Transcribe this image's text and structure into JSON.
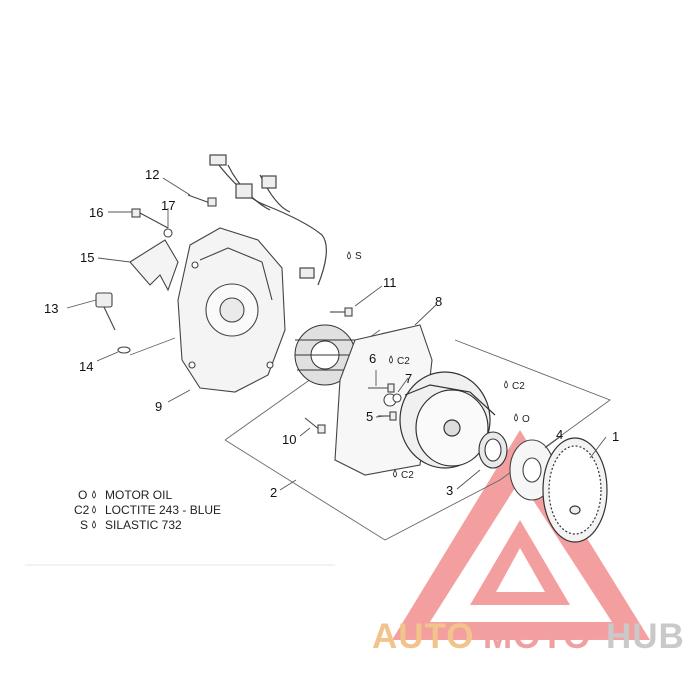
{
  "callouts": [
    {
      "num": "1"
    },
    {
      "num": "2"
    },
    {
      "num": "3"
    },
    {
      "num": "4"
    },
    {
      "num": "5"
    },
    {
      "num": "6"
    },
    {
      "num": "7"
    },
    {
      "num": "8"
    },
    {
      "num": "9"
    },
    {
      "num": "10"
    },
    {
      "num": "11"
    },
    {
      "num": "12"
    },
    {
      "num": "13"
    },
    {
      "num": "14"
    },
    {
      "num": "15"
    },
    {
      "num": "16"
    },
    {
      "num": "17"
    }
  ],
  "annotations": {
    "s": "S",
    "c2": "C2",
    "o": "O"
  },
  "legend": [
    {
      "code": "O",
      "text": "MOTOR OIL"
    },
    {
      "code": "C2",
      "text": "LOCTITE 243 - BLUE"
    },
    {
      "code": "S",
      "text": "SILASTIC 732"
    }
  ],
  "watermark": {
    "part1": "AUTO",
    "part2": "MOTO",
    "part3": "HUB",
    "color1": "#f2c48c",
    "color2": "#f0a0a0",
    "color3": "#c9c9c9",
    "triangle_color": "#f08080"
  },
  "colors": {
    "line": "#555555",
    "part_stroke": "#444444",
    "part_fill": "#f4f4f4"
  }
}
